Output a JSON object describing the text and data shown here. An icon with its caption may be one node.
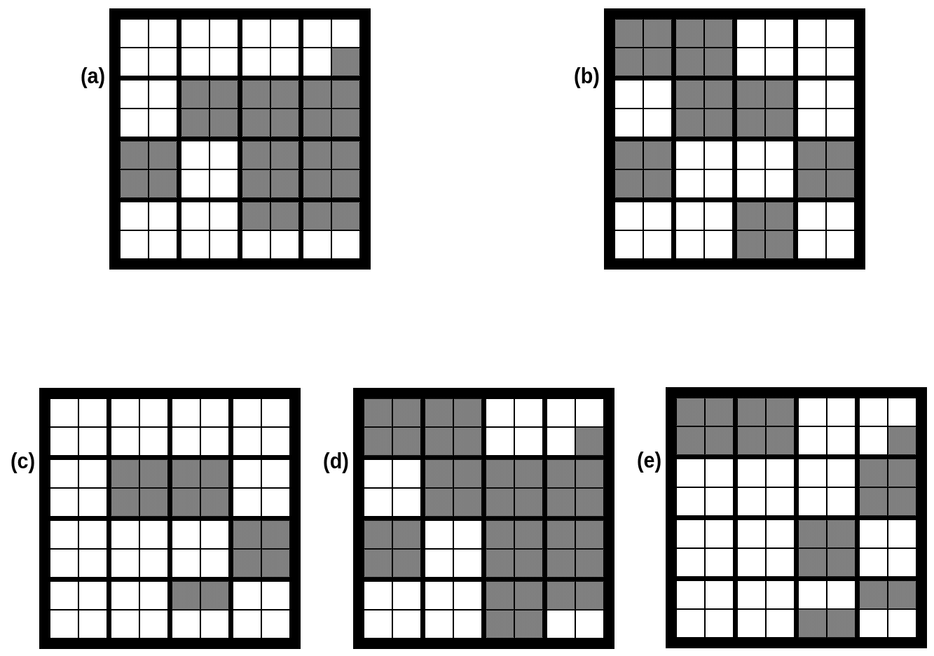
{
  "diagram": {
    "nodes": [
      {
        "text": [
          "(a)"
        ]
      },
      {
        "text": [
          "(b)"
        ]
      },
      {
        "text": [
          "(c)"
        ]
      },
      {
        "text": [
          "(d)"
        ]
      },
      {
        "text": [
          "(e)"
        ]
      }
    ]
  }
}
